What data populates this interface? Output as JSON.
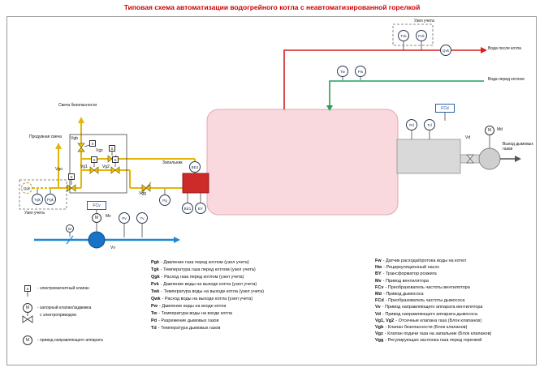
{
  "title": "Типовая схема автоматизации водогрейного котла с неавтоматизированной горелкой",
  "colors": {
    "gas": "#e3b50a",
    "air": "#1e88d2",
    "water-out": "#d42020",
    "water-in": "#22a058",
    "boiler": "#f9d9de",
    "boiler-border": "#e2a7b3",
    "duct": "#d9d9d9",
    "burner": "#cd2a2a",
    "pump": "#1873c4",
    "title": "#cc0000"
  },
  "diagram": {
    "labels": {
      "safety_vent": "Свеча безопасности",
      "purge_vent": "Продувная свеча",
      "igniter": "Запальник",
      "metering_gas": "Узел учета",
      "metering_water": "Узел учета",
      "water_out": "Вода после котла",
      "water_in": "Вода перед котлом",
      "flue_out": "Выход дымовых газов"
    },
    "tags": {
      "tvk": "Tvk",
      "pvk": "Pvk",
      "qvk": "Qvk",
      "tw": "Tw",
      "pw": "Pw",
      "pd": "Pd",
      "td": "Td",
      "tgk": "Tgk",
      "pgk": "Pgk",
      "qgk": "Qgk",
      "pg": "Pg",
      "pv": "Pv",
      "tv": "Tv",
      "be1": "BE1",
      "be2": "BE2",
      "by": "BY",
      "m": "M",
      "s": "S"
    },
    "valves": {
      "vgb": "Vgb",
      "vgo": "Vgo",
      "vg1": "Vg1",
      "vg2": "Vg2",
      "vgz": "Vgz",
      "vgg": "Vgg",
      "vd": "Vd",
      "vv": "Vv",
      "mv": "Mv",
      "md": "Md",
      "fcv": "FCv",
      "fcd": "FCd"
    }
  },
  "legend_left": {
    "items": [
      {
        "label": "- электромагнитный клапан"
      },
      {
        "label": "- запорный клапан/задвижка",
        "label2": "с электроприводом"
      },
      {
        "label": "- привод направляющего аппарата"
      }
    ]
  },
  "legend_center": {
    "items": [
      {
        "tag": "Pgk",
        "desc": "- Давление газа перед котлом (узел учета)"
      },
      {
        "tag": "Tgk",
        "desc": "- Температура газа перед котлом (узел учета)"
      },
      {
        "tag": "Qgk",
        "desc": "- Расход газа перед котлом (узел учета)"
      },
      {
        "tag": "Pvk",
        "desc": "- Давление воды на выходе котла (узел учета)"
      },
      {
        "tag": "Twk",
        "desc": "- Температура воды на выходе котла (узел учета)"
      },
      {
        "tag": "Qwk",
        "desc": "- Расход воды на выходе котла (узел учета)"
      },
      {
        "tag": "Pw",
        "desc": "- Давление воды на входе котла"
      },
      {
        "tag": "Tw",
        "desc": "- Температура воды на входе котла"
      },
      {
        "tag": "Pd",
        "desc": "- Разрежение дымовых газов"
      },
      {
        "tag": "Td",
        "desc": "- Температура дымовых газов"
      }
    ]
  },
  "legend_right": {
    "items": [
      {
        "tag": "Fw",
        "desc": "- Датчик расхода/протока воды на котел"
      },
      {
        "tag": "Hw",
        "desc": "- Рециркуляционный насос"
      },
      {
        "tag": "BY",
        "desc": "- Трансформатор розжига"
      },
      {
        "tag": "Mv",
        "desc": "- Привод вентилятора"
      },
      {
        "tag": "FCv",
        "desc": "- Преобразователь частоты вентилятора"
      },
      {
        "tag": "Md",
        "desc": "- Привод дымососа"
      },
      {
        "tag": "FCd",
        "desc": "- Преобразователь частоты дымососа"
      },
      {
        "tag": "Vv",
        "desc": "- Привод направляющего аппарата вентилятора"
      },
      {
        "tag": "Vd",
        "desc": "- Привод направляющего аппарата дымососа"
      },
      {
        "tag": "Vg1, Vg2",
        "desc": "- Отсечные клапана газа (Блок клапанов)"
      },
      {
        "tag": "Vgb",
        "desc": "- Клапан безопасности (Блок клапанов)"
      },
      {
        "tag": "Vgz",
        "desc": "- Клапан подачи газа на запальник (Блок клапанов)"
      },
      {
        "tag": "Vgg",
        "desc": "- Регулирующая заслонка газа перед горелкой"
      }
    ]
  }
}
